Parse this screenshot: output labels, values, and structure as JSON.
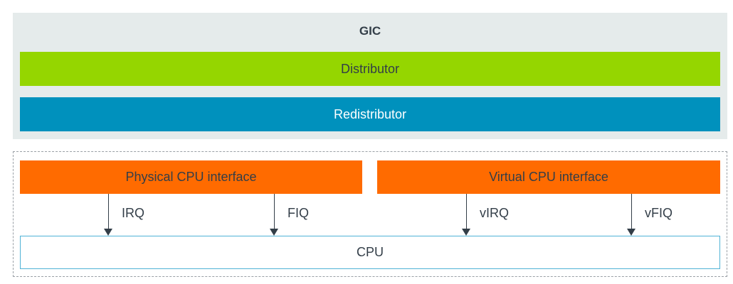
{
  "gic": {
    "title": "GIC",
    "distributor": "Distributor",
    "redistributor": "Redistributor"
  },
  "cpu_interfaces": {
    "physical": {
      "label": "Physical CPU interface",
      "signals": [
        "IRQ",
        "FIQ"
      ]
    },
    "virtual": {
      "label": "Virtual CPU interface",
      "signals": [
        "vIRQ",
        "vFIQ"
      ]
    }
  },
  "cpu": {
    "label": "CPU"
  },
  "colors": {
    "gic_panel": "#e5ebeb",
    "distributor": "#95d600",
    "redistributor": "#0091bd",
    "cpu_interface": "#ff6b00",
    "cpu_border": "#4fb3d6",
    "text": "#333e48"
  }
}
